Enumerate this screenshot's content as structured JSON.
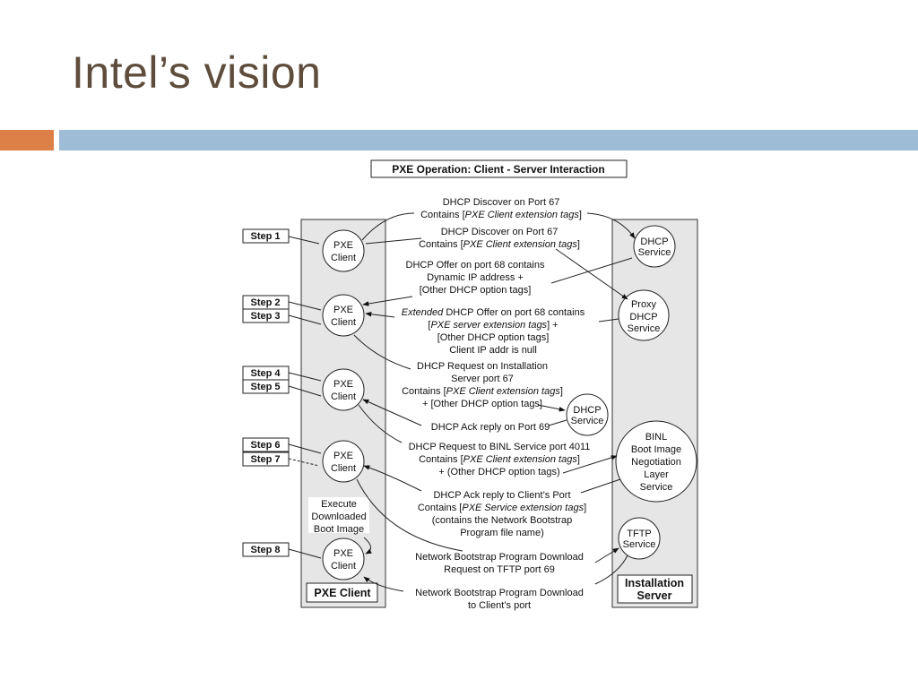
{
  "slide": {
    "title": "Intel’s vision",
    "colors": {
      "title": "#5e4d3c",
      "accent_orange": "#dd8048",
      "accent_blue": "#9fbcd7"
    }
  },
  "diagram": {
    "title": "PXE Operation: Client - Server Interaction",
    "steps": [
      "Step 1",
      "Step 2",
      "Step 3",
      "Step 4",
      "Step 5",
      "Step 6",
      "Step 7",
      "Step 8"
    ],
    "client_column_label": "PXE Client",
    "server_column_label": [
      "Installation",
      "Server"
    ],
    "client_node": [
      "PXE",
      "Client"
    ],
    "execute_note": [
      "Execute",
      "Downloaded",
      "Boot Image"
    ],
    "services": {
      "dhcp_top": [
        "DHCP",
        "Service"
      ],
      "proxy_dhcp": [
        "Proxy",
        "DHCP",
        "Service"
      ],
      "dhcp_mid": [
        "DHCP",
        "Service"
      ],
      "binl": [
        "BINL",
        "Boot Image",
        "Negotiation",
        "Layer",
        "Service"
      ],
      "tftp": [
        "TFTP",
        "Service"
      ]
    },
    "messages": {
      "m1": [
        "DHCP Discover on Port 67",
        "Contains [",
        "PXE Client extension tags",
        "]"
      ],
      "m2": [
        "DHCP Discover on Port 67",
        "Contains [",
        "PXE Client extension tags",
        "]"
      ],
      "m3": [
        "DHCP Offer on port 68 contains",
        "Dynamic IP address +",
        "[Other DHCP option tags]"
      ],
      "m4": [
        "Extended",
        " DHCP Offer on port 68 contains",
        "[",
        "PXE server extension tags",
        "] +",
        "[Other DHCP option tags]",
        "Client IP addr is null"
      ],
      "m5": [
        "DHCP Request on Installation",
        "Server port 67",
        "Contains [",
        "PXE Client extension tags",
        "]",
        "+ [Other DHCP option tags]"
      ],
      "m6": [
        "DHCP Ack reply on Port 69"
      ],
      "m7": [
        "DHCP Request to BINL Service port 4011",
        "Contains [",
        "PXE Client extension tags",
        "]",
        "+ (Other DHCP option tags)"
      ],
      "m8": [
        "DHCP Ack reply to Client’s Port",
        "Contains [",
        "PXE Service extension tags",
        "]",
        "(contains the Network Bootstrap",
        "Program file name)"
      ],
      "m9": [
        "Network Bootstrap Program Download",
        "Request on TFTP port 69"
      ],
      "m10": [
        "Network Bootstrap Program Download",
        "to Client’s port"
      ]
    }
  }
}
